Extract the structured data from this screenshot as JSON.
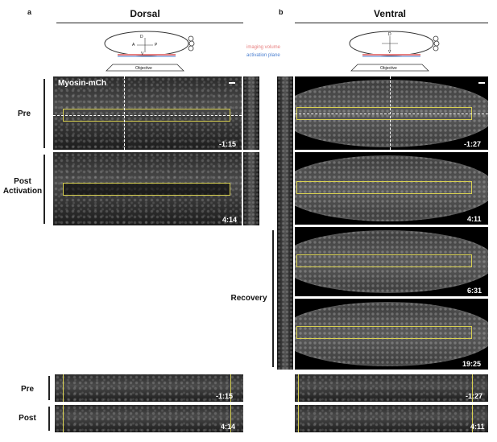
{
  "panel_a": {
    "letter": "a",
    "title": "Dorsal",
    "marker_label": "Myosin-mCh",
    "rows": [
      {
        "label_line1": "Pre",
        "label_line2": "",
        "time": "-1:15"
      },
      {
        "label_line1": "Post",
        "label_line2": "Activation",
        "time": "4:14"
      }
    ]
  },
  "panel_b": {
    "letter": "b",
    "title": "Ventral",
    "recovery_label": "Recovery",
    "times": [
      "-1:27",
      "4:11",
      "6:31",
      "19:25"
    ]
  },
  "schematic": {
    "axis_top": "D",
    "axis_bottom": "V",
    "axis_left": "A",
    "axis_right": "P",
    "objective_label": "Objective",
    "legend": {
      "imaging": "imaging volume",
      "activation": "activation plane"
    },
    "colors": {
      "imaging": "#e88080",
      "activation": "#4a7fd0"
    }
  },
  "bottom": {
    "rows": [
      {
        "label": "Pre",
        "time_left": "-1:15",
        "time_right": "-1:27"
      },
      {
        "label": "Post",
        "time_left": "4:14",
        "time_right": "4:11"
      }
    ]
  },
  "colors": {
    "roi": "#d8d050"
  }
}
